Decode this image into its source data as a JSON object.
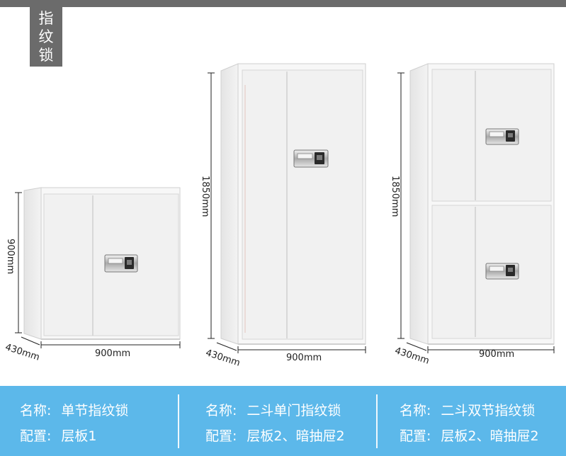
{
  "tag": {
    "chars": [
      "指",
      "纹",
      "锁"
    ]
  },
  "cabinets": [
    {
      "height_label": "900mm",
      "width_label": "900mm",
      "depth_label": "430mm"
    },
    {
      "height_label": "1850mm",
      "width_label": "900mm",
      "depth_label": "430mm"
    },
    {
      "height_label": "1850mm",
      "width_label": "900mm",
      "depth_label": "430mm"
    }
  ],
  "specs": [
    {
      "name_label": "名称:",
      "name_value": "单节指纹锁",
      "config_label": "配置:",
      "config_value": "层板1"
    },
    {
      "name_label": "名称:",
      "name_value": "二斗单门指纹锁",
      "config_label": "配置:",
      "config_value": "层板2、暗抽屉2"
    },
    {
      "name_label": "名称:",
      "name_value": "二斗双节指纹锁",
      "config_label": "配置:",
      "config_value": "层板2、暗抽屉2"
    }
  ],
  "colors": {
    "top_bar": "#6b6b6b",
    "bottom_band": "#5cb8ea",
    "cabinet_body": "#f4f4f4"
  }
}
